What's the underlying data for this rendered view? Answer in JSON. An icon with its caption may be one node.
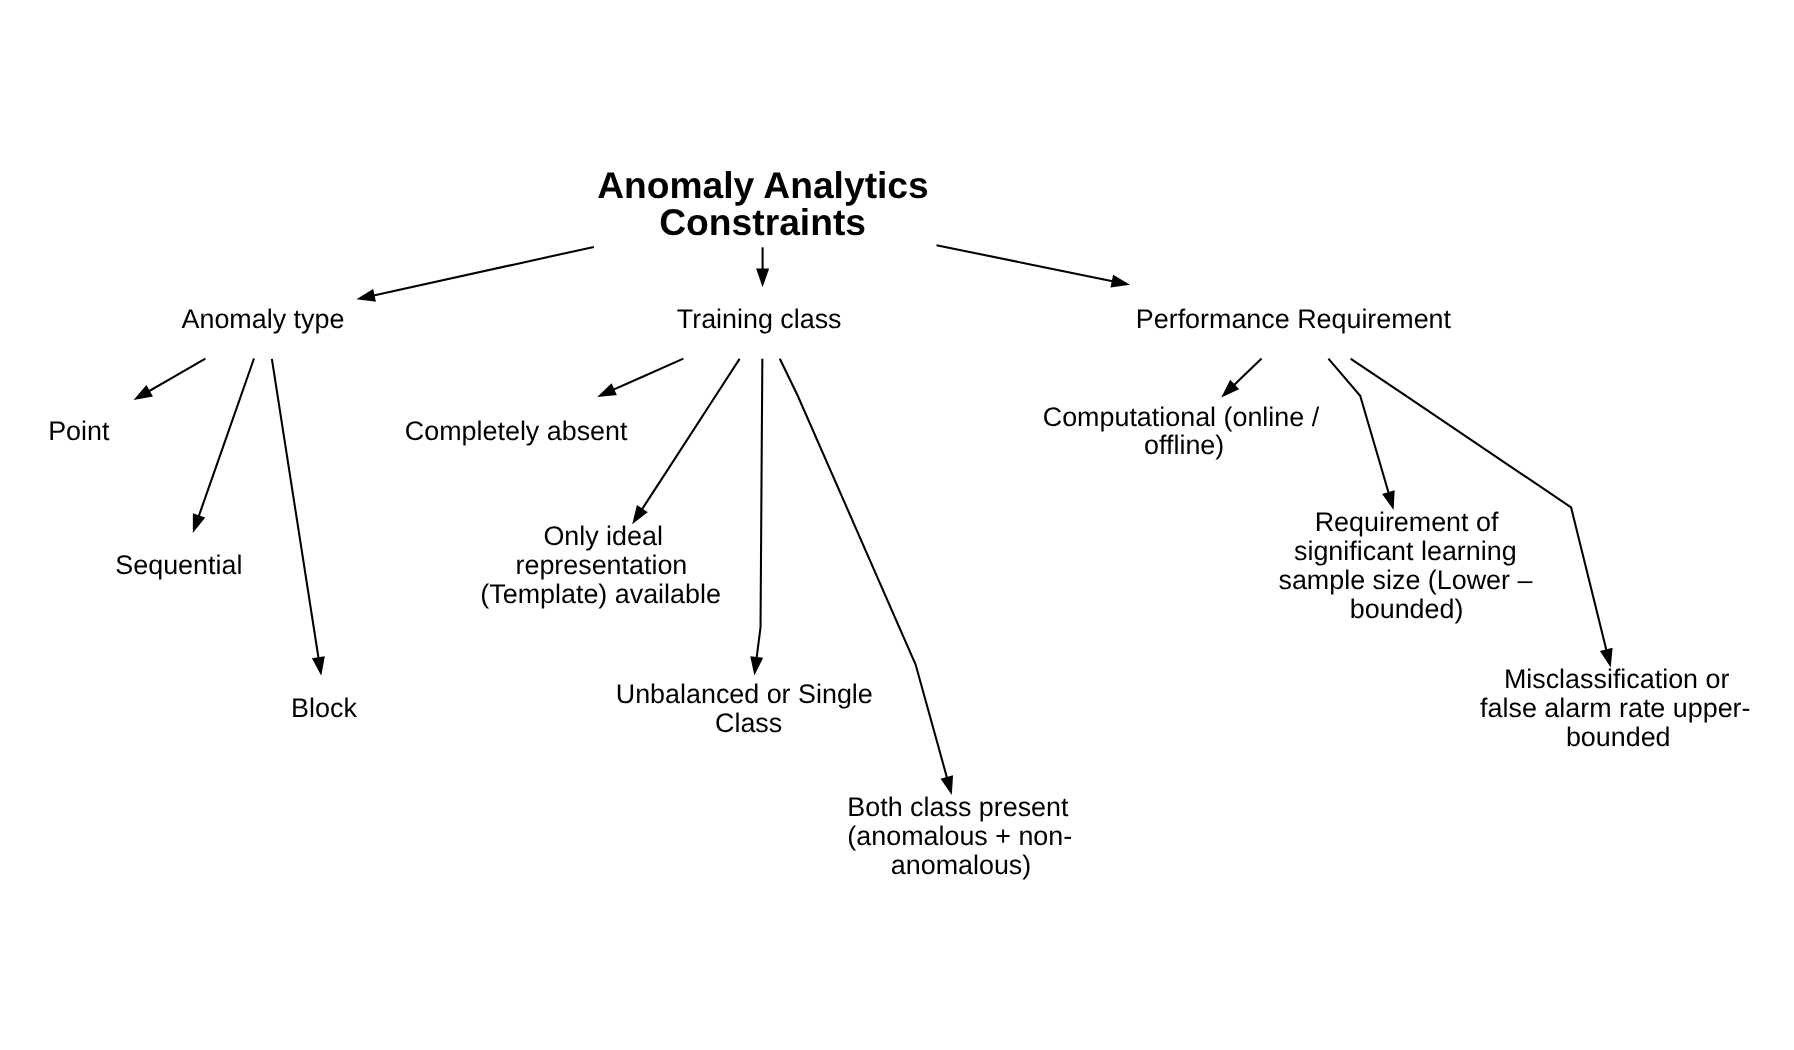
{
  "diagram": {
    "nodes": [
      {
        "text": [
          "Anomaly Analytics Constraints"
        ]
      },
      {
        "text": [
          "Anomaly type"
        ]
      },
      {
        "text": [
          "Training class"
        ]
      },
      {
        "text": [
          "Performance Requirement"
        ]
      },
      {
        "text": [
          "Point"
        ]
      },
      {
        "text": [
          "Sequential"
        ]
      },
      {
        "text": [
          "Block"
        ]
      },
      {
        "text": [
          "Completely absent"
        ]
      },
      {
        "text": [
          "Only ideal representation (Template) available"
        ]
      },
      {
        "text": [
          "Unbalanced or Single Class"
        ]
      },
      {
        "text": [
          "Both class present (anomalous + non-anomalous)"
        ]
      },
      {
        "text": [
          "Computational (online / offline)"
        ]
      },
      {
        "text": [
          "Requirement of significant learning sample size (Lower – bounded)"
        ]
      },
      {
        "text": [
          "Misclassification or false alarm rate upper-bounded"
        ]
      }
    ],
    "edges": [
      {
        "from": 0,
        "to": 1,
        "arrow": "to"
      },
      {
        "from": 0,
        "to": 2,
        "arrow": "to"
      },
      {
        "from": 0,
        "to": 3,
        "arrow": "to"
      },
      {
        "from": 1,
        "to": 4,
        "arrow": "to"
      },
      {
        "from": 1,
        "to": 5,
        "arrow": "to"
      },
      {
        "from": 1,
        "to": 6,
        "arrow": "to"
      },
      {
        "from": 2,
        "to": 7,
        "arrow": "to"
      },
      {
        "from": 2,
        "to": 8,
        "arrow": "to"
      },
      {
        "from": 2,
        "to": 9,
        "arrow": "to"
      },
      {
        "from": 2,
        "to": 10,
        "arrow": "to"
      },
      {
        "from": 3,
        "to": 11,
        "arrow": "to"
      },
      {
        "from": 3,
        "to": 12,
        "arrow": "to"
      },
      {
        "from": 3,
        "to": 13,
        "arrow": "to"
      }
    ]
  }
}
